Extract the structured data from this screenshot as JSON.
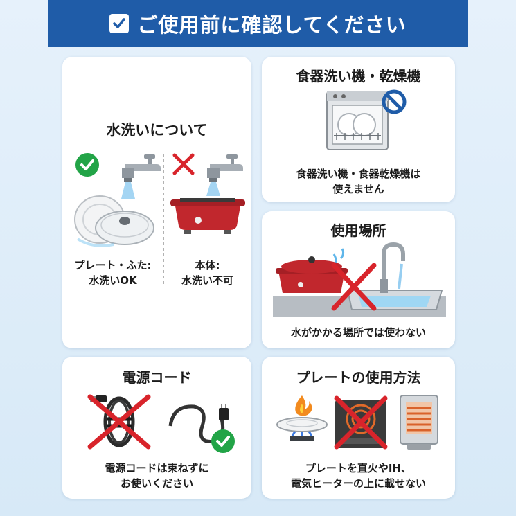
{
  "header": {
    "title": "ご使用前に確認してください"
  },
  "wash": {
    "title": "水洗いについて",
    "ok_caption_1": "プレート・ふた:",
    "ok_caption_2": "水洗いOK",
    "ng_caption_1": "本体:",
    "ng_caption_2": "水洗い不可"
  },
  "dishwasher": {
    "title": "食器洗い機・乾燥機",
    "caption_1": "食器洗い機・食器乾燥機は",
    "caption_2": "使えません"
  },
  "location": {
    "title": "使用場所",
    "caption": "水がかかる場所では使わない"
  },
  "cord": {
    "title": "電源コード",
    "caption_1": "電源コードは束ねずに",
    "caption_2": "お使いください"
  },
  "plate": {
    "title": "プレートの使用方法",
    "caption_1": "プレートを直火やIH、",
    "caption_2": "電気ヒーターの上に載せない"
  },
  "colors": {
    "brand": "#1f5ca8",
    "ok": "#22a447",
    "ng": "#d8242b",
    "body_red": "#c1272d"
  }
}
